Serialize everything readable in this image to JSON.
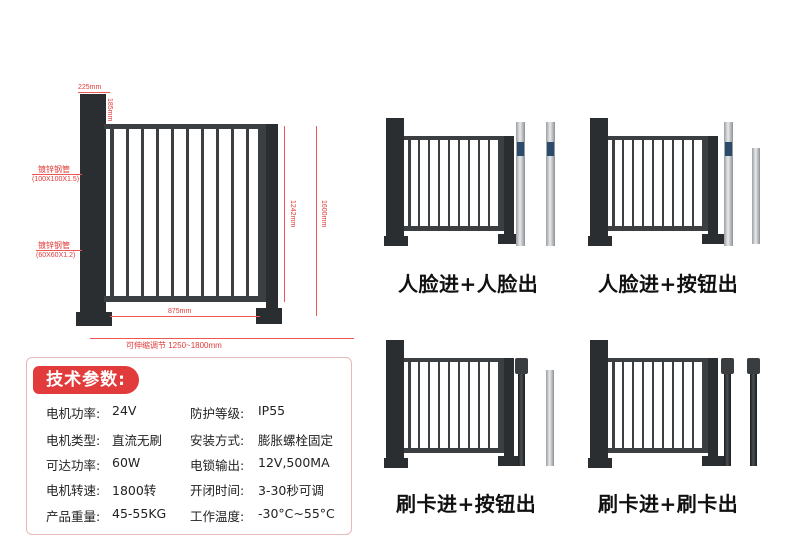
{
  "diagram": {
    "top_width": "225mm",
    "top_height": "185mm",
    "pipe_large_label": "镀锌钢管",
    "pipe_large_size": "(100X100X1.5)",
    "pipe_small_label": "镀锌钢管",
    "pipe_small_size": "(60X60X1.2)",
    "inner_height": "1242mm",
    "total_height": "1600mm",
    "gate_width": "875mm",
    "adjustable_range": "可伸缩调节 1250~1800mm"
  },
  "specs": {
    "title": "技术参数:",
    "left": [
      {
        "label": "电机功率:",
        "value": "24V"
      },
      {
        "label": "电机类型:",
        "value": "直流无刷"
      },
      {
        "label": "可达功率:",
        "value": "60W"
      },
      {
        "label": "电机转速:",
        "value": "1800转"
      },
      {
        "label": "产品重量:",
        "value": "45-55KG"
      }
    ],
    "right": [
      {
        "label": "防护等级:",
        "value": "IP55"
      },
      {
        "label": "安装方式:",
        "value": "膨胀螺栓固定"
      },
      {
        "label": "电锁输出:",
        "value": "12V,500MA"
      },
      {
        "label": "开闭时间:",
        "value": "3-30秒可调"
      },
      {
        "label": "工作温度:",
        "value": "-30°C~55°C"
      }
    ]
  },
  "variants": [
    {
      "caption": "人脸进+人脸出"
    },
    {
      "caption": "人脸进+按钮出"
    },
    {
      "caption": "刷卡进+按钮出"
    },
    {
      "caption": "刷卡进+刷卡出"
    }
  ]
}
